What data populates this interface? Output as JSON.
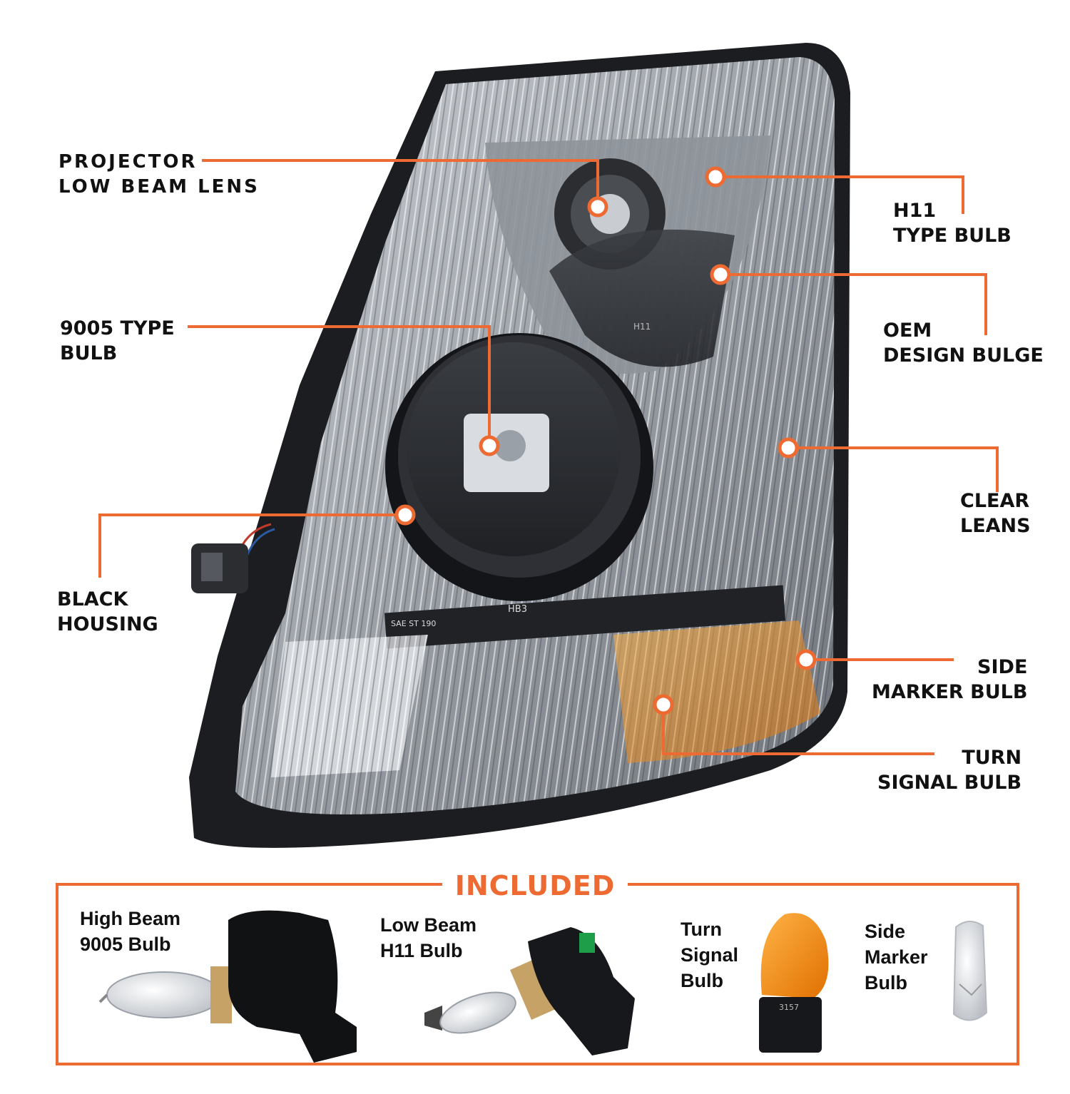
{
  "accent_color": "#ee6a33",
  "callouts": {
    "projector": {
      "line1": "PROJECTOR",
      "line2": "LOW BEAM LENS"
    },
    "h11": {
      "line1": "H11",
      "line2": "TYPE BULB"
    },
    "bulb_9005": {
      "line1": "9005 TYPE",
      "line2": "BULB"
    },
    "oem": {
      "line1": "OEM",
      "line2": "DESIGN BULGE"
    },
    "clear": {
      "line1": "CLEAR",
      "line2": "LEANS"
    },
    "housing": {
      "line1": "BLACK",
      "line2": "HOUSING"
    },
    "side_marker": {
      "line1": "SIDE",
      "line2": "MARKER BULB"
    },
    "turn_signal": {
      "line1": "TURN",
      "line2": "SIGNAL BULB"
    }
  },
  "included": {
    "title": "INCLUDED",
    "items": [
      {
        "line1": "High Beam",
        "line2": "9005 Bulb",
        "icon": "hb3-bulb-icon"
      },
      {
        "line1": "Low Beam",
        "line2": "H11 Bulb",
        "icon": "h11-bulb-icon"
      },
      {
        "line1": "Turn",
        "line2": "Signal",
        "line3": "Bulb",
        "icon": "3157-bulb-icon"
      },
      {
        "line1": "Side",
        "line2": "Marker",
        "line3": "Bulb",
        "icon": "wedge-bulb-icon"
      }
    ]
  },
  "stamps": {
    "housing_stamp": "SAE ST 190",
    "lens_stamp": "HB3",
    "h11_stamp": "H11",
    "bulb_code": "3157"
  }
}
